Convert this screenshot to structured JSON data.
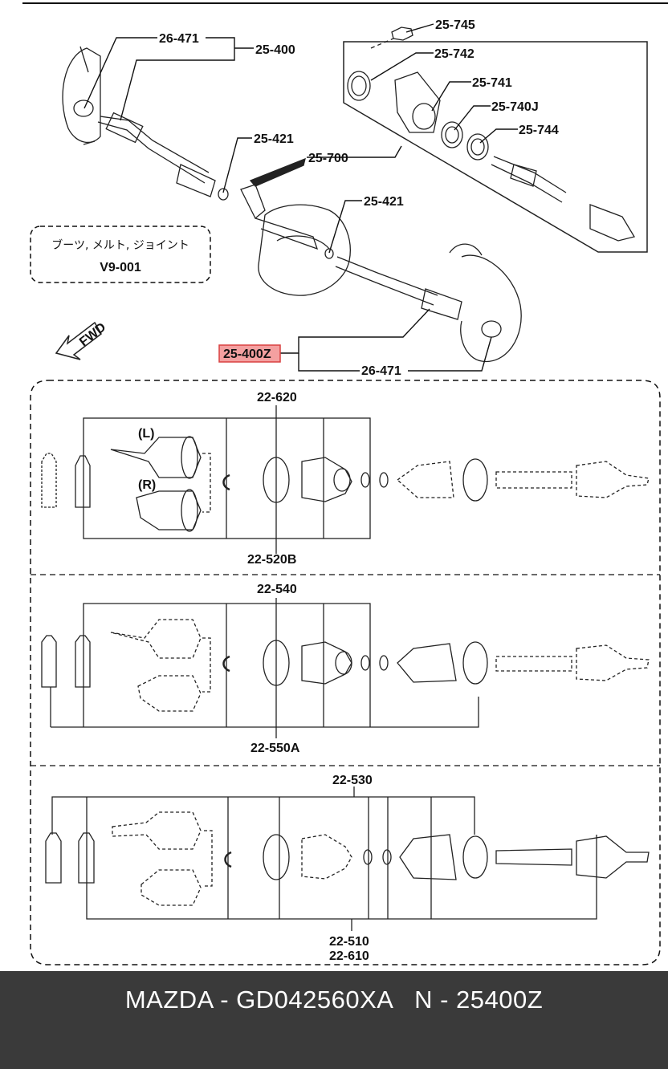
{
  "diagram": {
    "callouts": {
      "c26471_top": "26-471",
      "c25400": "25-400",
      "c25745": "25-745",
      "c25742": "25-742",
      "c25741": "25-741",
      "c25740J": "25-740J",
      "c25744": "25-744",
      "c25421_a": "25-421",
      "c25700": "25-700",
      "c25421_b": "25-421",
      "c25400Z": "25-400Z",
      "c26471_bottom": "26-471",
      "c22620": "22-620",
      "c22520B": "22-520B",
      "c22540": "22-540",
      "c22550A": "22-550A",
      "c22530": "22-530",
      "c22510": "22-510",
      "c22610": "22-610"
    },
    "side_left": "(L)",
    "side_right": "(R)",
    "fwd": "FWD",
    "reference_box": {
      "text": "ブーツ, メルト, ジョイント",
      "code": "V9-001"
    },
    "highlight_color": "#f4a0a0",
    "highlight_border": "#d94040"
  },
  "footer": {
    "caption": "MAZDA - GD042560XA   N - 25400Z",
    "background": "#3a3a3a"
  }
}
